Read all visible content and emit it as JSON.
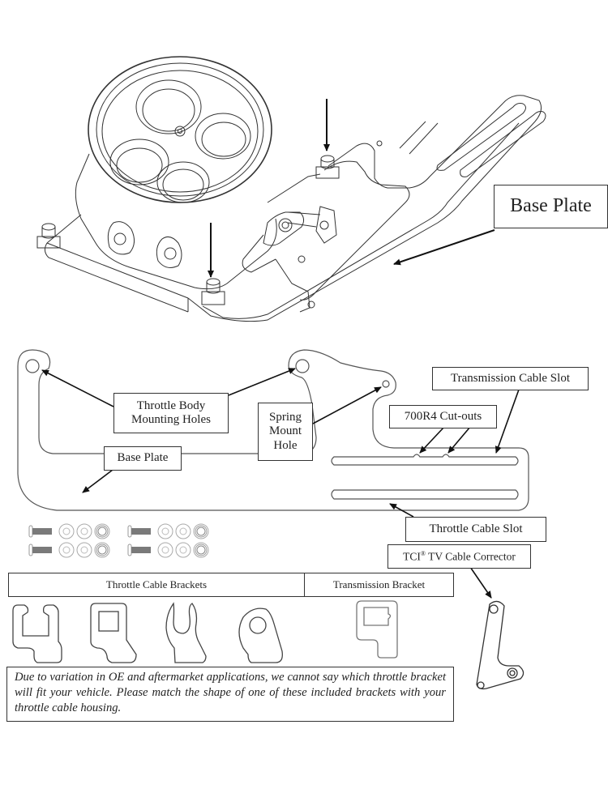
{
  "figure": {
    "title": "Throttle body base plate kit exploded diagram",
    "colors": {
      "line": "#333333",
      "background": "#ffffff",
      "hardware": "#888888"
    }
  },
  "callouts": {
    "base_plate_top": "Base Plate",
    "throttle_body_mounting_holes": [
      "Throttle Body",
      "Mounting Holes"
    ],
    "spring_mount_hole": [
      "Spring",
      "Mount",
      "Hole"
    ],
    "base_plate_flat": "Base Plate",
    "transmission_cable_slot": "Transmission Cable Slot",
    "cutouts": "700R4 Cut-outs",
    "throttle_cable_slot": "Throttle Cable Slot",
    "tv_cable_corrector": "TCI",
    "tv_cable_corrector_mark": "®",
    "tv_cable_corrector_rest": " TV Cable Corrector"
  },
  "brackets_table": {
    "headers": [
      "Throttle Cable Brackets",
      "Transmission Bracket"
    ],
    "throttle_bracket_shapes": [
      "double-hook-bracket",
      "square-window-bracket",
      "clip-fork-bracket",
      "round-hole-tab-bracket"
    ],
    "transmission_bracket_shapes": [
      "notched-window-bracket"
    ]
  },
  "hardware": {
    "rows": 2,
    "groups_per_row": 2,
    "items_per_group": [
      "bolt",
      "washer",
      "washer",
      "nut"
    ]
  },
  "note": "Due to variation in OE and aftermarket applications, we cannot say which throttle bracket will fit your vehicle.  Please match the shape of one of these included brackets with your throttle cable housing."
}
